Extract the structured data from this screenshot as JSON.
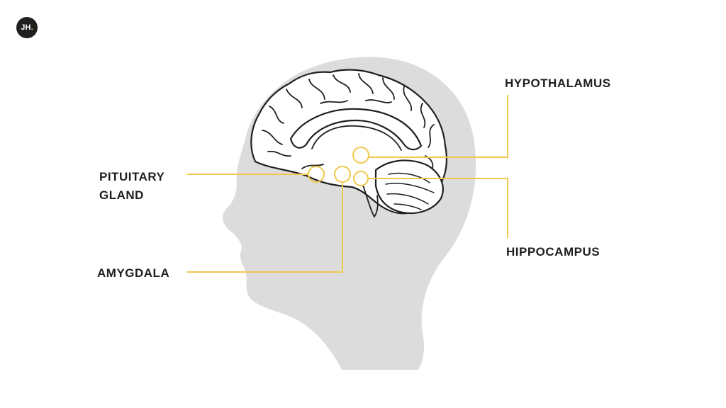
{
  "logo": {
    "letters": "JH",
    "dot": "."
  },
  "labels": {
    "hypothalamus": "HYPOTHALAMUS",
    "pituitary_line1": "PITUITARY",
    "pituitary_line2": "GLAND",
    "hippocampus": "HIPPOCAMPUS",
    "amygdala": "AMYGDALA"
  },
  "colors": {
    "head": "#dcdcdc",
    "brain_fill": "#ffffff",
    "brain_outline": "#1f1f1f",
    "callout": "#f1c84b",
    "text": "#1f1f1f",
    "logo_bg": "#1f1f1f"
  }
}
